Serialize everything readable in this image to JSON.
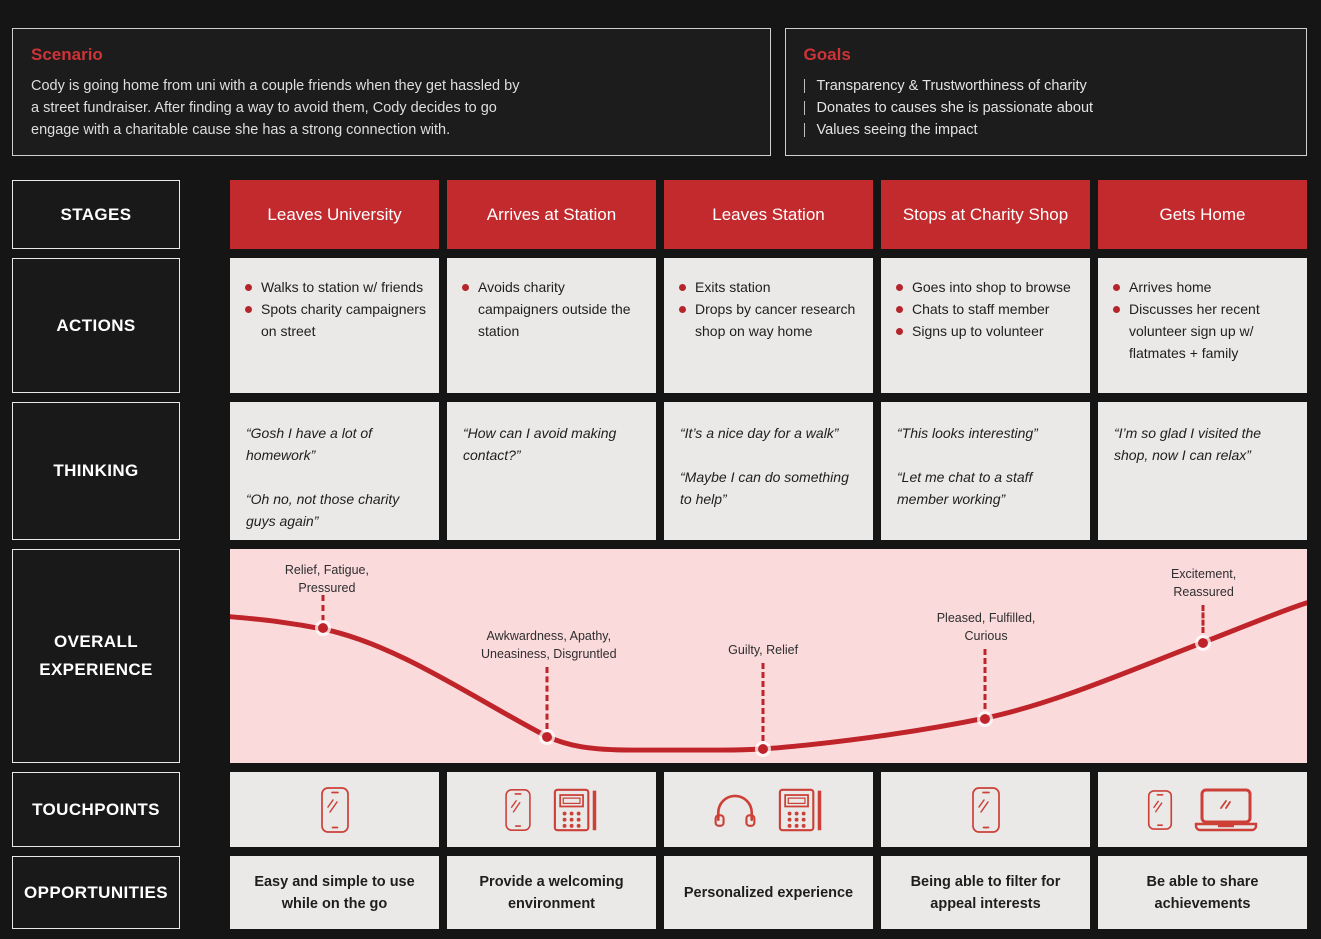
{
  "scenario": {
    "title": "Scenario",
    "body": "Cody is going home from uni with a couple friends when they get hassled by a street fundraiser. After finding a way to avoid them, Cody decides to go engage with a charitable cause she has a strong connection with."
  },
  "goals": {
    "title": "Goals",
    "items": [
      "Transparency & Trustworthiness of charity",
      "Donates to causes she is passionate about",
      "Values seeing the impact"
    ]
  },
  "row_labels": {
    "stages": "STAGES",
    "actions": "ACTIONS",
    "thinking": "THINKING",
    "experience": "OVERALL EXPERIENCE",
    "touchpoints": "TOUCHPOINTS",
    "opportunities": "OPPORTUNITIES"
  },
  "stages": [
    "Leaves University",
    "Arrives at Station",
    "Leaves Station",
    "Stops at Charity Shop",
    "Gets Home"
  ],
  "actions": [
    [
      "Walks to station w/ friends",
      "Spots charity campaigners on street"
    ],
    [
      "Avoids charity campaigners outside the station"
    ],
    [
      "Exits station",
      "Drops by cancer research shop on way home"
    ],
    [
      "Goes into shop to browse",
      "Chats to staff member",
      "Signs up to volunteer"
    ],
    [
      "Arrives home",
      "Discusses her recent volunteer sign up w/ flatmates + family"
    ]
  ],
  "thinking": [
    [
      "“Gosh I have a lot of homework”",
      "“Oh no, not those charity guys again”"
    ],
    [
      "“How can I avoid making contact?”"
    ],
    [
      "“It’s a nice day for a walk”",
      "“Maybe I can do something to help”"
    ],
    [
      "“This looks interesting”",
      "“Let me chat to a staff member working”"
    ],
    [
      "“I’m so glad I visited the shop, now I can relax”"
    ]
  ],
  "experience": {
    "points": [
      {
        "label": "Relief, Fatigue, Pressured"
      },
      {
        "label": "Awkwardness, Apathy, Uneasiness, Disgruntled"
      },
      {
        "label": "Guilty, Relief"
      },
      {
        "label": "Pleased, Fulfilled, Curious"
      },
      {
        "label": "Excitement, Reassured"
      }
    ]
  },
  "touchpoints": [
    {
      "icons": [
        "smartphone"
      ]
    },
    {
      "icons": [
        "smartphone",
        "card-machine"
      ]
    },
    {
      "icons": [
        "headphones",
        "card-machine"
      ]
    },
    {
      "icons": [
        "smartphone"
      ]
    },
    {
      "icons": [
        "smartphone",
        "laptop"
      ]
    }
  ],
  "opportunities": [
    "Easy and simple to use while on the go",
    "Provide a welcoming environment",
    "Personalized experience",
    "Being able to filter for appeal interests",
    "Be able to share achievements"
  ],
  "colors": {
    "accent_red": "#C32A2E",
    "icon_red": "#CC4038",
    "experience_band_pink": "#FBDADB",
    "cell_gray": "#EAE9E7",
    "background": "#151515"
  }
}
